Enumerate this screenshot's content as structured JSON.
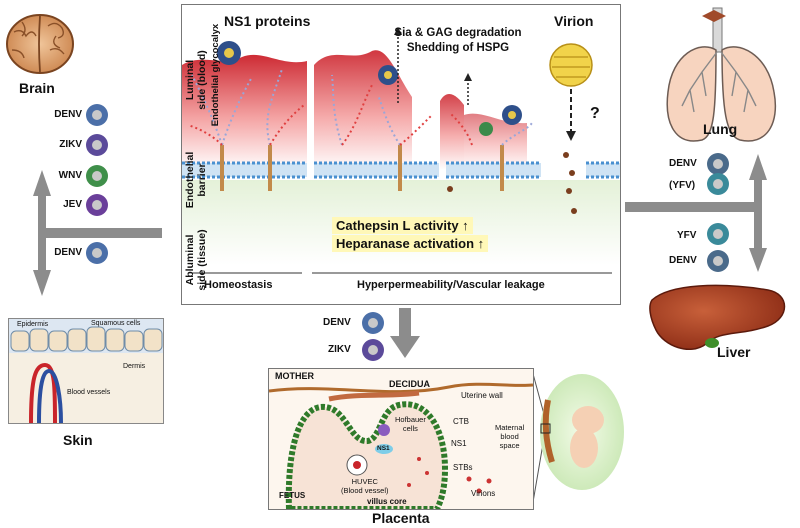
{
  "organs": {
    "brain": "Brain",
    "lung": "Lung",
    "liver": "Liver",
    "skin": "Skin",
    "placenta": "Placenta"
  },
  "left_viruses": {
    "upper": [
      "DENV",
      "ZIKV",
      "WNV",
      "JEV"
    ],
    "lower": [
      "DENV"
    ]
  },
  "right_viruses": {
    "upper": [
      "DENV",
      "(YFV)"
    ],
    "lower": [
      "YFV",
      "DENV"
    ]
  },
  "bottom_viruses": [
    "DENV",
    "ZIKV"
  ],
  "center": {
    "ns1_title": "NS1 proteins",
    "virion_title": "Virion",
    "degradation_line1": "Sia & GAG degradation",
    "degradation_line2": "Shedding of HSPG",
    "question": "?",
    "cathepsin": "Cathepsin L activity ↑",
    "heparanase": "Heparanase activation ↑",
    "side_labels": {
      "luminal": "Luminal",
      "luminal2": "side (blood)",
      "glycocalyx": "Endothelial glycocalyx",
      "endothelial": "Endothelial",
      "barrier": "barrier",
      "abluminal": "Abluminal",
      "abluminal2": "side (tissue)"
    },
    "homeostasis": "Homeostasis",
    "hyperpermeability": "Hyperpermeability/Vascular leakage"
  },
  "skin_labels": {
    "epidermis": "Epidermis",
    "squamous": "Squamous cells",
    "dermis": "Dermis",
    "blood_vessels": "Blood vessels"
  },
  "placenta_labels": {
    "mother": "MOTHER",
    "decidua": "DECIDUA",
    "uterine_wall": "Uterine wall",
    "ctb": "CTB",
    "hofbauer1": "Hofbauer",
    "hofbauer2": "cells",
    "ns1": "NS1",
    "ns1_side": "NS1",
    "maternal1": "Maternal",
    "maternal2": "blood",
    "maternal3": "space",
    "huvec1": "HUVEC",
    "huvec2": "(Blood vessel)",
    "stbs": "STBs",
    "virions": "Virions",
    "fetus": "FETUS",
    "villus_core": "villus core"
  },
  "colors": {
    "arrow_gray": "#8c8c8c",
    "blood_red": "#d92b2b",
    "membrane_blue": "#4a90d0",
    "highlight_yellow": "#fff8b8",
    "up_arrow_red": "#e02020"
  }
}
